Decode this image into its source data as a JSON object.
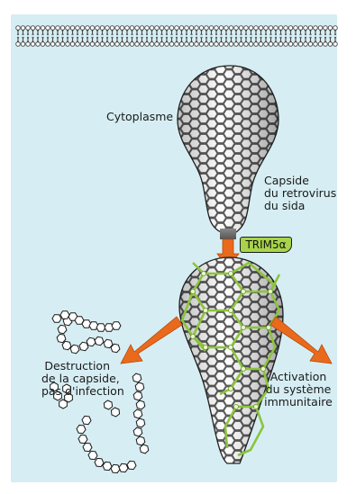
{
  "labels": {
    "cytoplasme": "Cytoplasme",
    "capside": [
      "Capside",
      "du retrovirus",
      "du sida"
    ],
    "trim": "TRIM5α",
    "destruction": [
      "Destruction",
      "de la capside,",
      "pas d'infection"
    ],
    "activation": [
      "Activation",
      "du système",
      "immunitaire"
    ]
  },
  "colors": {
    "background_panel": "#d6eef3",
    "capsid_fill": "#c8c8c8",
    "hexagon_lattice": "#ffffff",
    "trim_lattice": "#8cc43c",
    "trim_badge": "#a8d44a",
    "arrow": "#ea6a1c",
    "membrane": "#444444"
  }
}
